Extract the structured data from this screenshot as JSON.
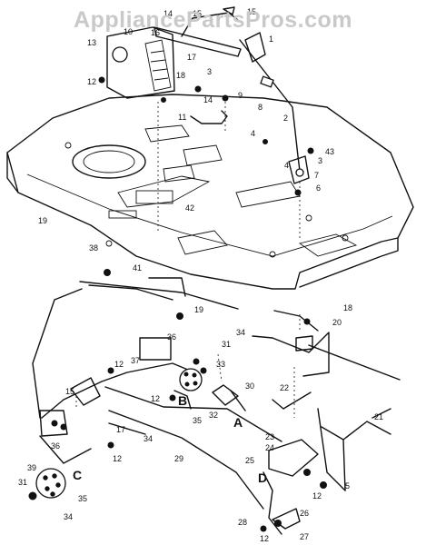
{
  "watermark": "AppliancePartsPros.com",
  "callouts": {
    "p1": "1",
    "p2": "2",
    "p3a": "3",
    "p3b": "3",
    "p4a": "4",
    "p4b": "4",
    "p5": "5",
    "p6": "6",
    "p7": "7",
    "p8": "8",
    "p9": "9",
    "p10": "10",
    "p11": "11",
    "p12a": "12",
    "p12b": "12",
    "p12c": "12",
    "p12d": "12",
    "p12e": "12",
    "p12f": "12",
    "p13": "13",
    "p14a": "14",
    "p14b": "14",
    "p15a": "15",
    "p15b": "15",
    "p15c": "15",
    "p16": "16",
    "p17a": "17",
    "p17b": "17",
    "p18a": "18",
    "p18b": "18",
    "p19a": "19",
    "p19b": "19",
    "p20": "20",
    "p21": "21",
    "p22": "22",
    "p23": "23",
    "p24": "24",
    "p25": "25",
    "p26": "26",
    "p27": "27",
    "p28": "28",
    "p29": "29",
    "p30": "30",
    "p31a": "31",
    "p31b": "31",
    "p32": "32",
    "p33": "33",
    "p34a": "34",
    "p34b": "34",
    "p34c": "34",
    "p35a": "35",
    "p35b": "35",
    "p36a": "36",
    "p36b": "36",
    "p37": "37",
    "p38": "38",
    "p39": "39",
    "p41": "41",
    "p42": "42",
    "p43": "43",
    "markA": "A",
    "markB": "B",
    "markC": "C",
    "markD": "D"
  }
}
